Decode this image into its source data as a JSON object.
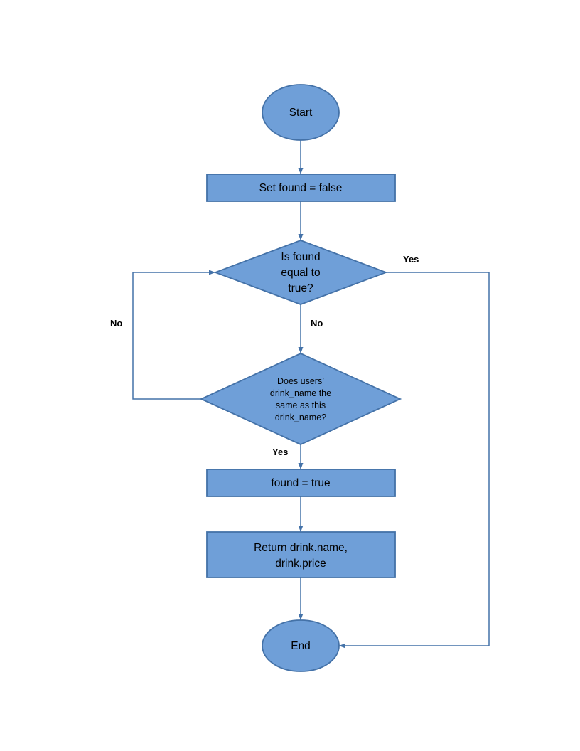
{
  "diagram": {
    "colors": {
      "shape_fill": "#6f9fd8",
      "shape_stroke": "#4472a8",
      "connector": "#4472a8",
      "label_text": "#000000"
    },
    "nodes": {
      "start": {
        "label": "Start"
      },
      "set_found": {
        "label": "Set found = false"
      },
      "is_found_check": {
        "lines": [
          "Is found",
          "equal to",
          "true?"
        ]
      },
      "drink_name_check": {
        "lines": [
          "Does users’",
          "drink_name the",
          "same as this",
          "drink_name?"
        ]
      },
      "found_true": {
        "label": "found = true"
      },
      "return_drink": {
        "lines": [
          "Return drink.name,",
          "drink.price"
        ]
      },
      "end": {
        "label": "End"
      }
    },
    "edge_labels": {
      "is_found_yes": "Yes",
      "is_found_no": "No",
      "drink_check_no": "No",
      "drink_check_yes": "Yes"
    }
  }
}
